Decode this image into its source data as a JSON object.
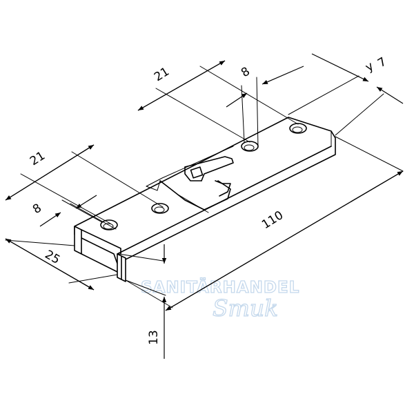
{
  "dimensions": {
    "left_hole_spacing": "21",
    "left_hole_diameter": "8",
    "right_hole_spacing": "21",
    "right_hole_diameter": "8",
    "slot_width_symbol": "y",
    "slot_width_value": "7",
    "overall_length": "110",
    "overall_width": "25",
    "height": "13"
  },
  "watermark": {
    "line1": "SANITÄRHANDEL",
    "line2": "Smuk"
  }
}
